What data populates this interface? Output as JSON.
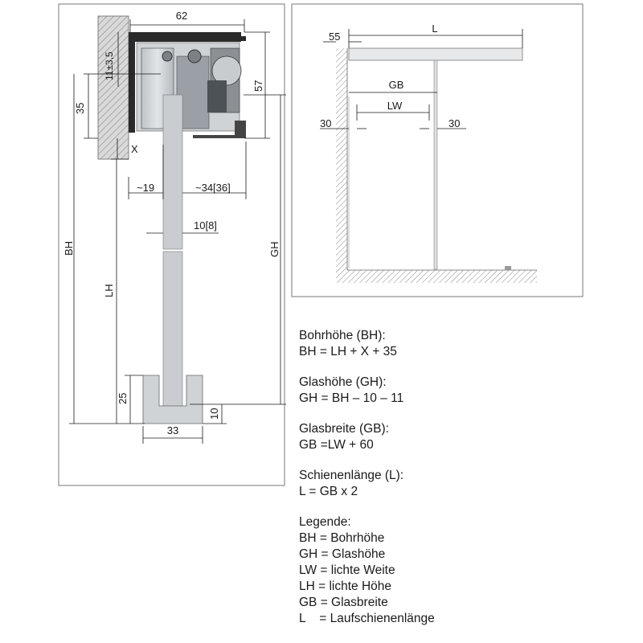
{
  "left_drawing": {
    "dim_62": "62",
    "dim_11_35": "11±3,5",
    "dim_57": "57",
    "dim_35": "35",
    "dim_x": "X",
    "dim_19": "~19",
    "dim_34": "~34[36]",
    "dim_10_8": "10[8]",
    "dim_bh": "BH",
    "dim_lh": "LH",
    "dim_gh": "GH",
    "dim_25": "25",
    "dim_10": "10",
    "dim_33": "33"
  },
  "right_drawing": {
    "dim_55": "55",
    "dim_l": "L",
    "dim_gb": "GB",
    "dim_lw": "LW",
    "dim_30_left": "30",
    "dim_30_right": "30"
  },
  "formulas": [
    {
      "title": "Bohrhöhe (BH):",
      "formula": "BH = LH + X + 35"
    },
    {
      "title": "Glashöhe (GH):",
      "formula": "GH = BH – 10 – 11"
    },
    {
      "title": "Glasbreite (GB):",
      "formula": "GB =LW + 60"
    },
    {
      "title": "Schienenlänge (L):",
      "formula": "L = GB x 2"
    }
  ],
  "legend": {
    "title": "Legende:",
    "items": [
      "BH = Bohrhöhe",
      "GH = Glashöhe",
      "LW = lichte Weite",
      "LH = lichte Höhe",
      "GB = Glasbreite",
      "L    = Laufschienenlänge"
    ]
  }
}
